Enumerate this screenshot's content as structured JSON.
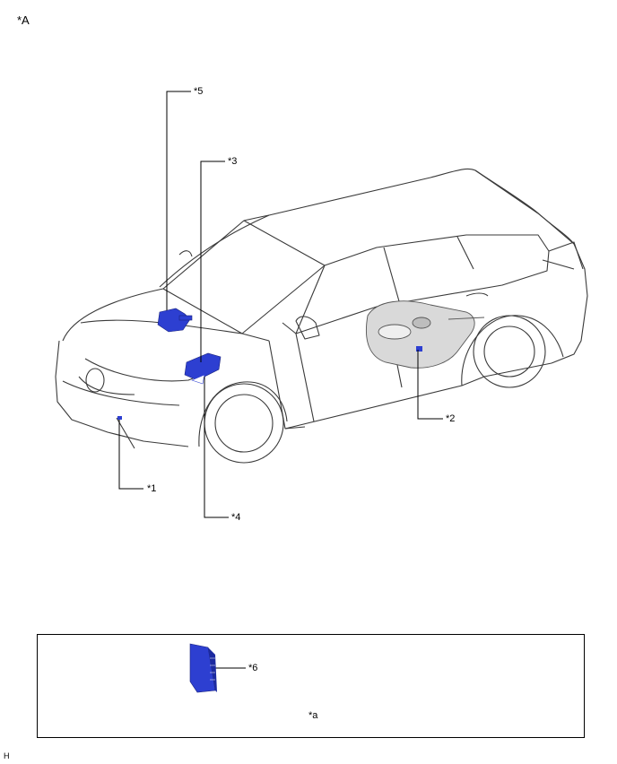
{
  "view_label": "*A",
  "footer_code": "H",
  "callouts": {
    "c1": "*1",
    "c2": "*2",
    "c3": "*3",
    "c4": "*4",
    "c5": "*5",
    "c6": "*6"
  },
  "inset": {
    "label": "*a"
  },
  "colors": {
    "part_highlight": "#2d3fd1",
    "line": "#000000",
    "car_outline": "#3a3a3a"
  }
}
